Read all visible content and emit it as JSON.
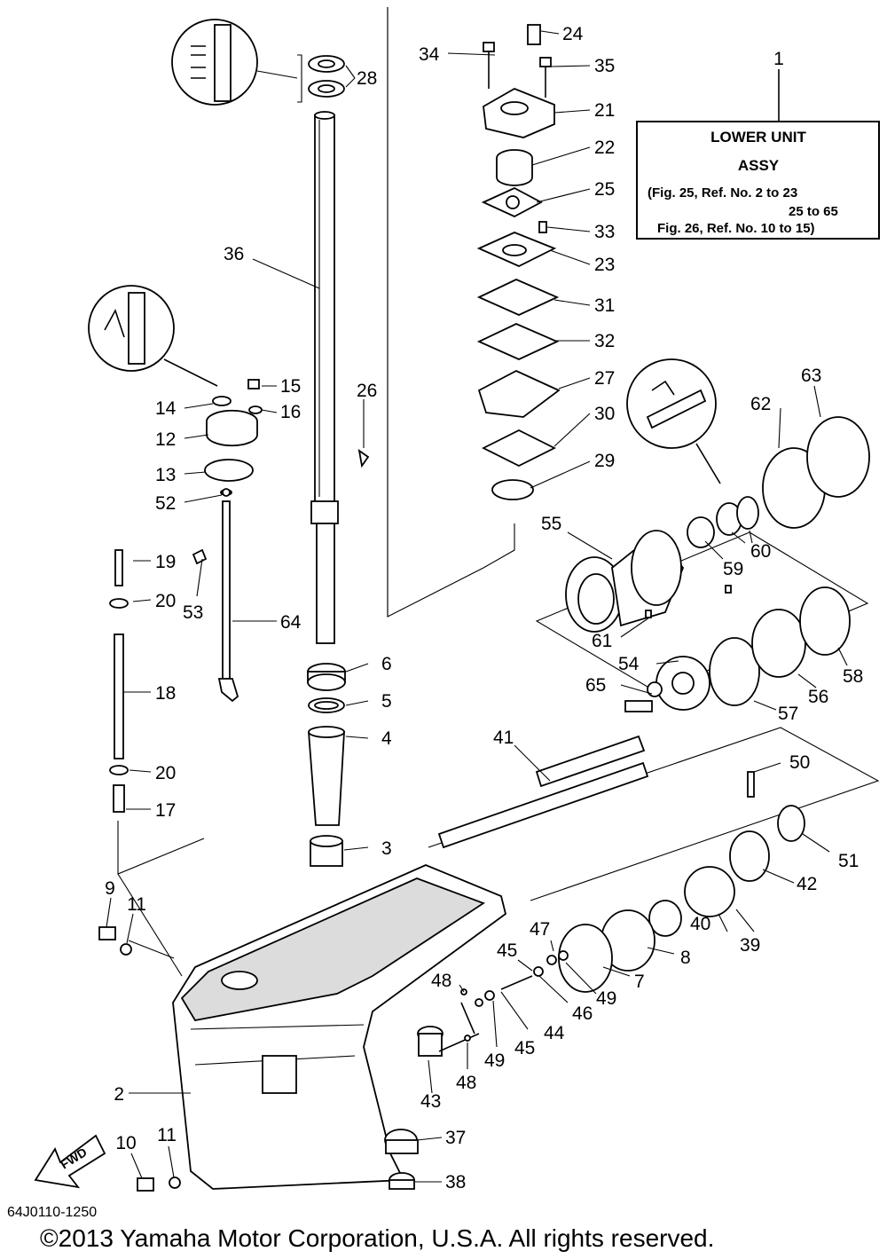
{
  "assembly_box": {
    "title_line1": "LOWER UNIT",
    "title_line2": "ASSY",
    "ref_line1": "(Fig. 25, Ref. No. 2 to 23",
    "ref_line2": "25 to 65",
    "ref_line3": "Fig. 26, Ref. No. 10 to 15)"
  },
  "callouts": [
    "1",
    "2",
    "3",
    "4",
    "5",
    "6",
    "7",
    "8",
    "9",
    "10",
    "11",
    "11",
    "12",
    "13",
    "14",
    "15",
    "16",
    "17",
    "18",
    "19",
    "20",
    "20",
    "21",
    "22",
    "23",
    "24",
    "25",
    "26",
    "27",
    "28",
    "29",
    "30",
    "31",
    "32",
    "33",
    "34",
    "35",
    "36",
    "37",
    "38",
    "39",
    "40",
    "41",
    "42",
    "43",
    "44",
    "45",
    "45",
    "46",
    "47",
    "48",
    "48",
    "49",
    "49",
    "50",
    "51",
    "52",
    "53",
    "54",
    "55",
    "56",
    "57",
    "58",
    "59",
    "60",
    "61",
    "62",
    "63",
    "64",
    "65"
  ],
  "detail_markers": [
    "seal-detail-28",
    "grease-detail-14",
    "grease-detail-60"
  ],
  "fwd_label": "FWD",
  "drawing_number": "64J0110-1250",
  "copyright": "©2013 Yamaha Motor Corporation, U.S.A. All rights reserved."
}
